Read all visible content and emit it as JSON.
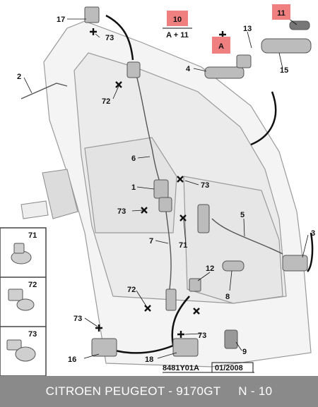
{
  "diagram": {
    "top_label": "10",
    "top_formula": "A + 11",
    "part_11_label": "11",
    "part_A_label": "A",
    "ref_code": "8481Y01A",
    "ref_date": "01/2008",
    "callouts": {
      "c1": "1",
      "c2": "2",
      "c3": "3",
      "c4": "4",
      "c5": "5",
      "c6": "6",
      "c7": "7",
      "c8": "8",
      "c9": "9",
      "c12": "12",
      "c13": "13",
      "c15": "15",
      "c16": "16",
      "c17": "17",
      "c18": "18",
      "c71a": "71",
      "c72a": "72",
      "c72b": "72",
      "c73a": "73",
      "c73b": "73",
      "c73c": "73",
      "c73d": "73",
      "c73e": "73"
    },
    "inset": {
      "item1": "71",
      "item2": "72",
      "item3": "73"
    }
  },
  "footer": {
    "brand": "CITROEN PEUGEOT - 9170GT",
    "page": "N - 10"
  },
  "colors": {
    "highlight": "#f08080",
    "footer_bg": "#8a8a8a"
  }
}
